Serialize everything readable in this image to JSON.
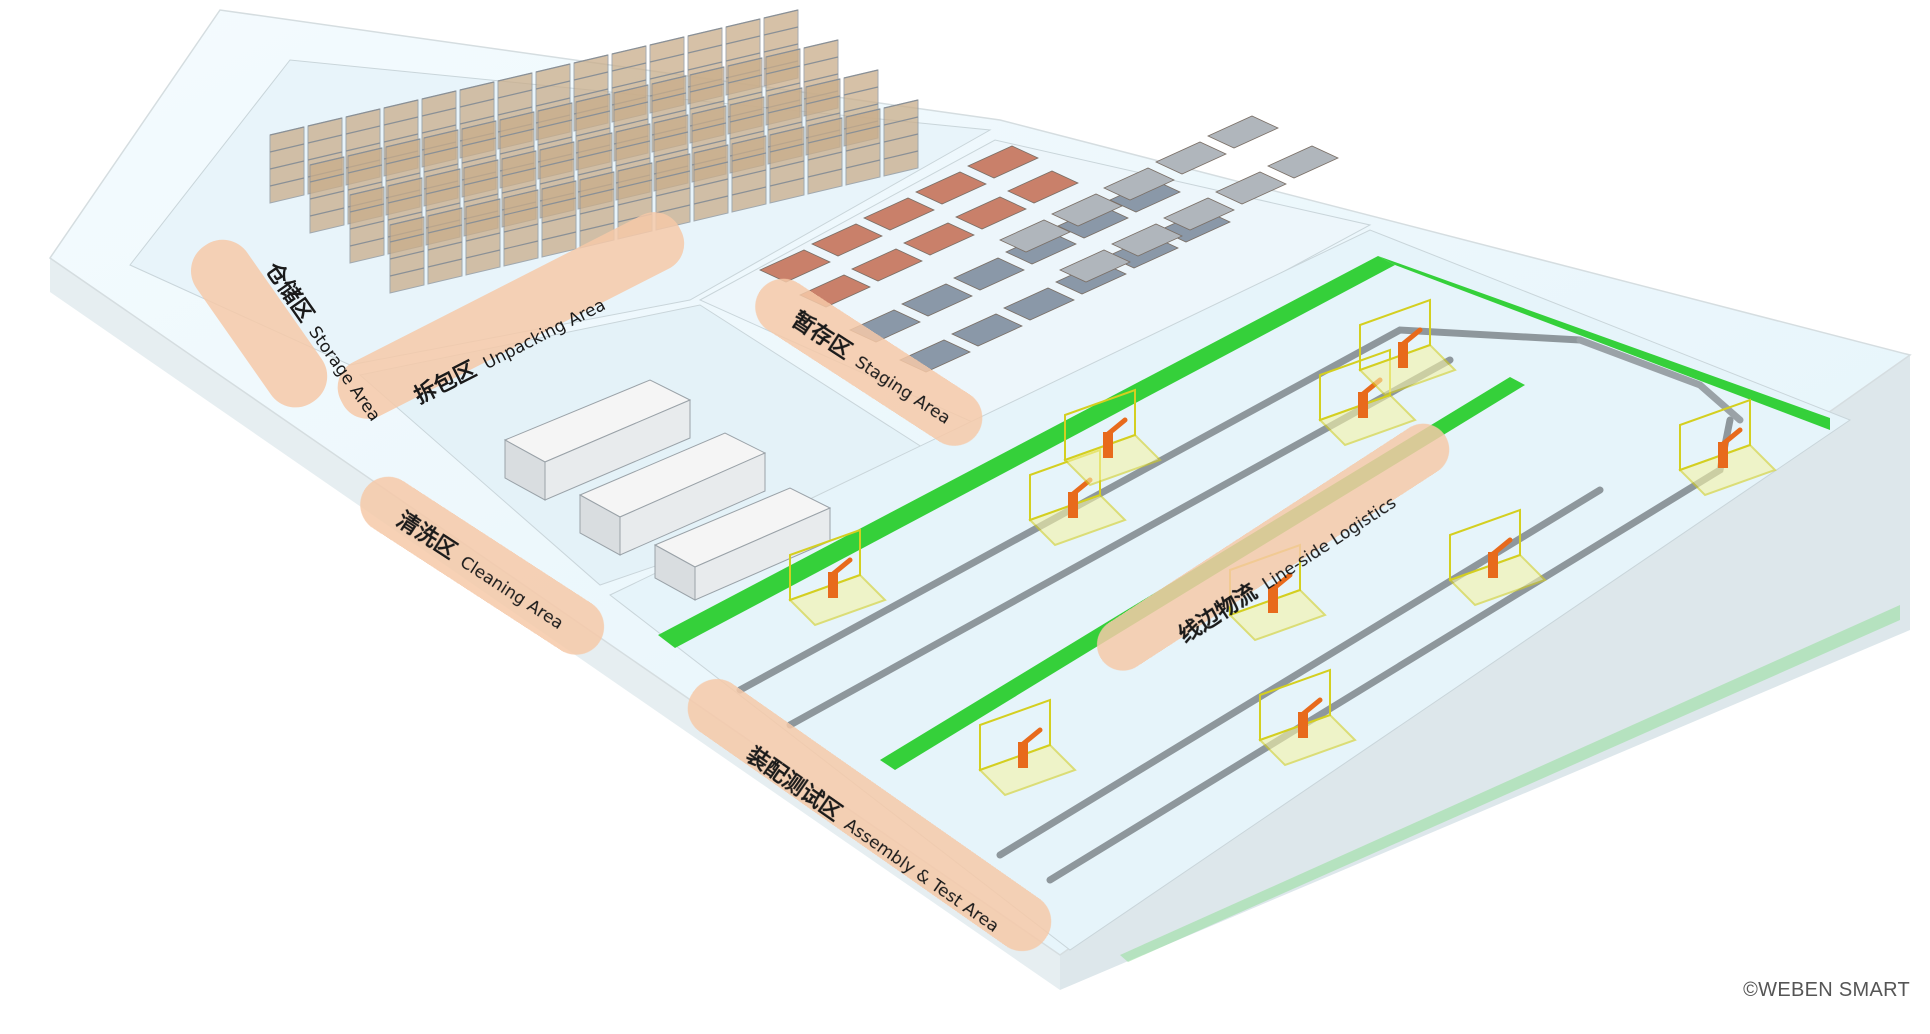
{
  "zones": {
    "storage": {
      "zh": "仓储区",
      "en": "Storage Area"
    },
    "unpacking": {
      "zh": "拆包区",
      "en": "Unpacking Area"
    },
    "staging": {
      "zh": "暂存区",
      "en": "Staging Area"
    },
    "cleaning": {
      "zh": "清洗区",
      "en": "Cleaning Area"
    },
    "lineside": {
      "zh": "线边物流",
      "en": "Line-side Logistics"
    },
    "assembly": {
      "zh": "装配测试区",
      "en": "Assembly & Test Area"
    }
  },
  "copyright": "©WEBEN SMART",
  "colors": {
    "floor": "#eaf6fb",
    "floor_edge": "#cfd8dc",
    "walkway_green": "#35d03a",
    "label_band": "#f6c9a8",
    "rack": "#8a9096",
    "carton": "#d9b48a",
    "robot": "#e86a1c",
    "cell_frame": "#e4e03a"
  }
}
